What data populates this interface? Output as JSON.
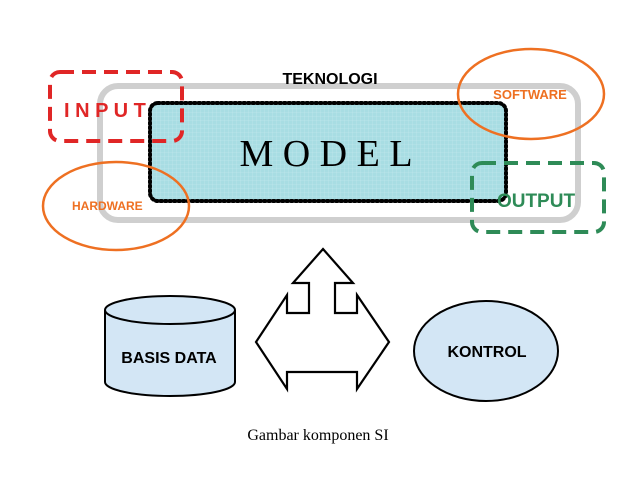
{
  "diagram": {
    "technology_label": "TEKNOLOGI",
    "model_label": "M O D E L",
    "input_label": "I N P U T",
    "output_label": "OUTPUT",
    "software_label": "SOFTWARE",
    "hardware_label": "HARDWARE",
    "database_label": "BASIS DATA",
    "control_label": "KONTROL",
    "caption": "Gambar komponen SI"
  },
  "colors": {
    "model_fill": "#a8dde3",
    "input_border": "#e02626",
    "output_border": "#2e8b57",
    "oval_stroke": "#ee7022",
    "label_orange": "#ee7022",
    "technology_box": "#cfcfcf",
    "dark": "#000000"
  }
}
